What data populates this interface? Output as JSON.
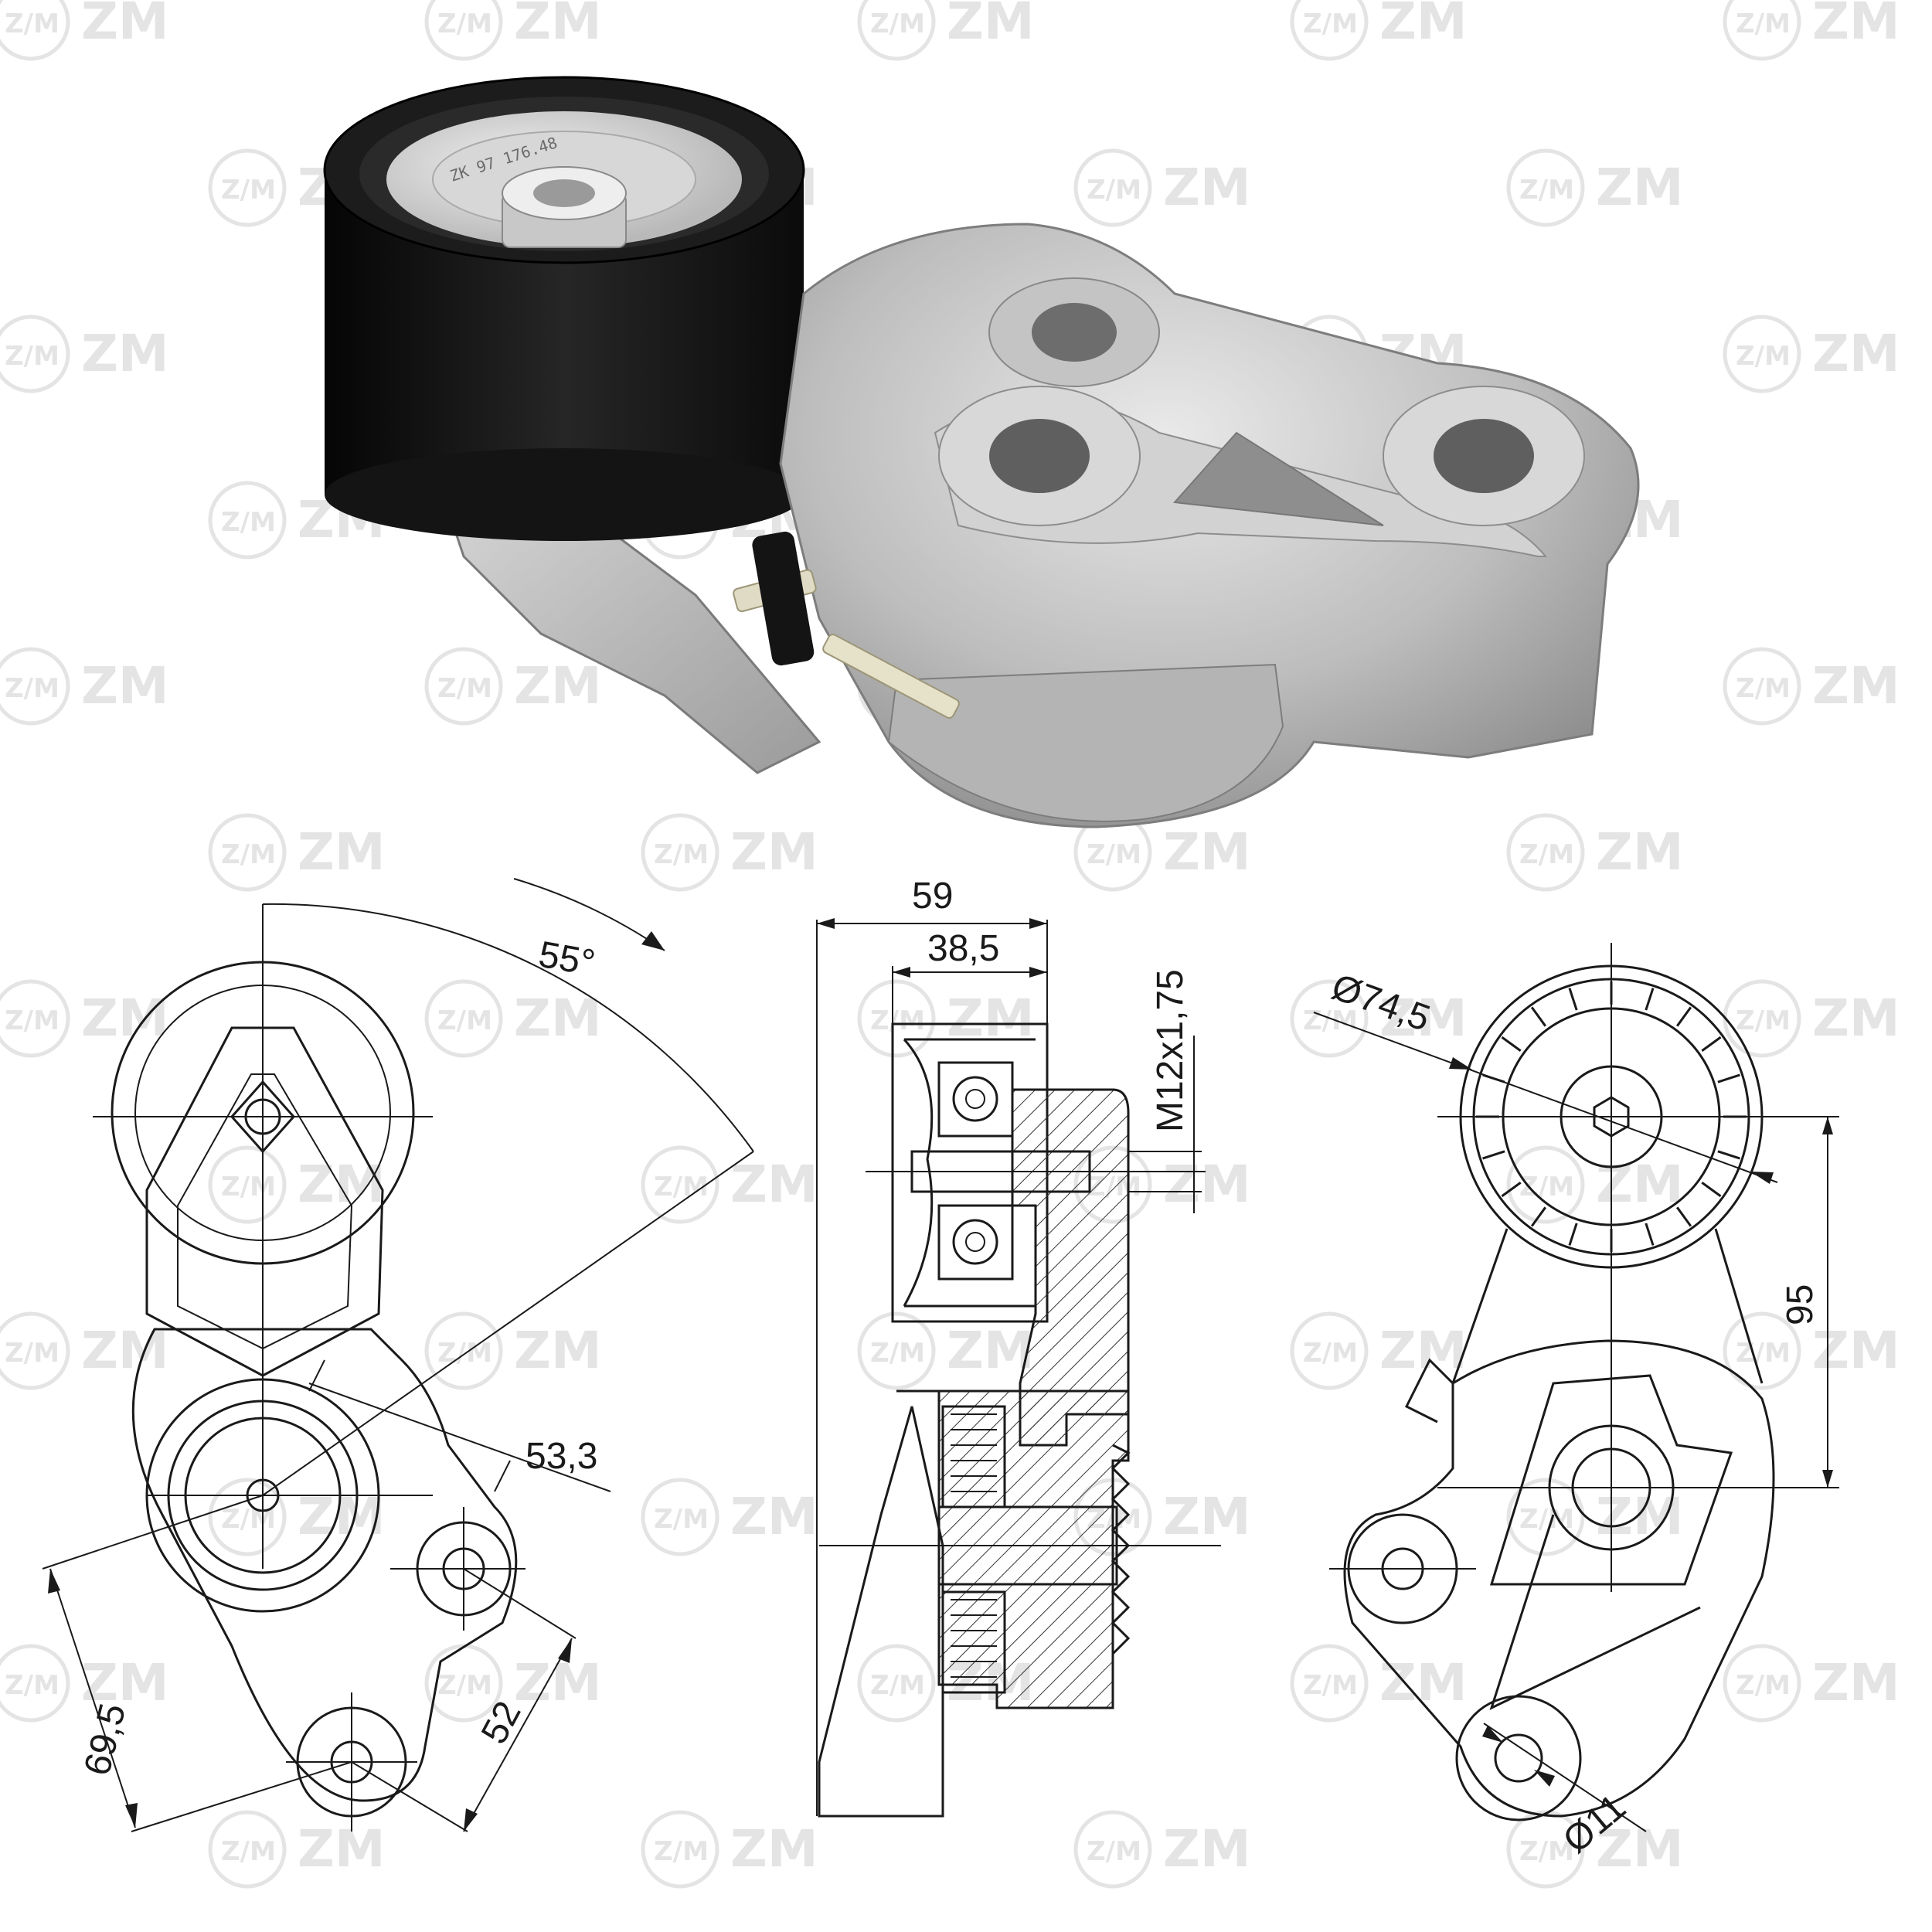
{
  "watermark": {
    "brand_text": "ZM",
    "logo_text": "Z/M"
  },
  "product_photo": {
    "pulley_marking": "ZK 97 176.48"
  },
  "front_view": {
    "angle_label": "55°",
    "dim_arm_label": "53,3",
    "dim_height_label": "69,5",
    "dim_mount_label": "52"
  },
  "side_view": {
    "dim_total_width_label": "59",
    "dim_pulley_width_label": "38,5",
    "thread_label": "M12x1,75"
  },
  "rear_view": {
    "pulley_diameter_label": "Ø74,5",
    "dim_center_distance_label": "95",
    "hole_diameter_label": "Ø11"
  }
}
